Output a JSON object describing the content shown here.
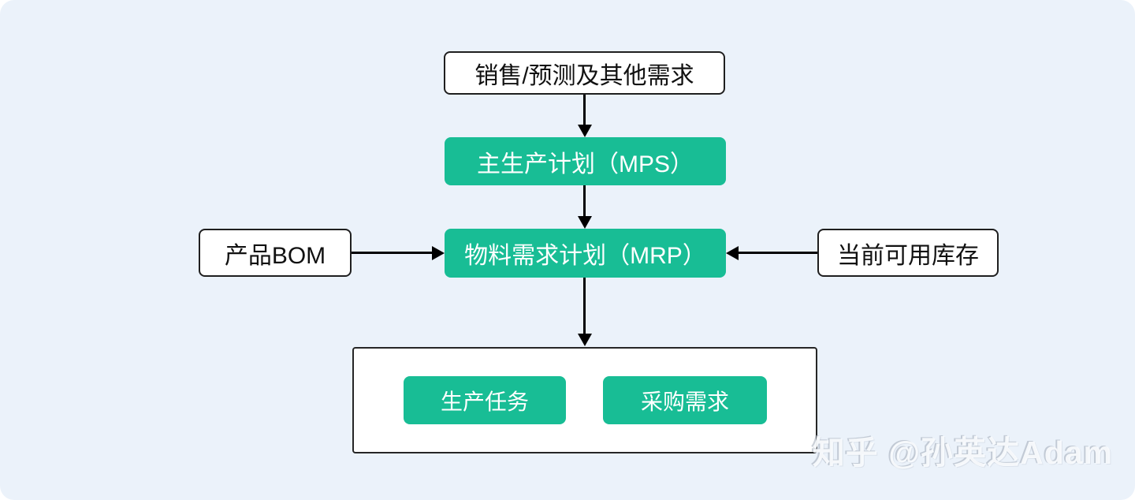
{
  "page": {
    "background_color": "#ffffff",
    "panel_color": "#ebf2fa"
  },
  "colors": {
    "accent_green": "#18bd95",
    "box_border": "#1f1f1f",
    "arrow": "#000000",
    "text_dark": "#111111",
    "text_light": "#ffffff"
  },
  "diagram": {
    "nodes": {
      "demand": {
        "label": "销售/预测及其他需求"
      },
      "mps": {
        "label": "主生产计划（MPS）"
      },
      "mrp": {
        "label": "物料需求计划（MRP）"
      },
      "bom": {
        "label": "产品BOM"
      },
      "inventory": {
        "label": "当前可用库存"
      },
      "production_task": {
        "label": "生产任务"
      },
      "purchase_demand": {
        "label": "采购需求"
      }
    },
    "edges": [
      {
        "from": "demand",
        "to": "mps",
        "direction": "down"
      },
      {
        "from": "mps",
        "to": "mrp",
        "direction": "down"
      },
      {
        "from": "bom",
        "to": "mrp",
        "direction": "right"
      },
      {
        "from": "inventory",
        "to": "mrp",
        "direction": "left"
      },
      {
        "from": "mrp",
        "to": "outputs",
        "direction": "down"
      }
    ]
  },
  "watermark": {
    "text": "知乎 @孙英达Adam"
  }
}
